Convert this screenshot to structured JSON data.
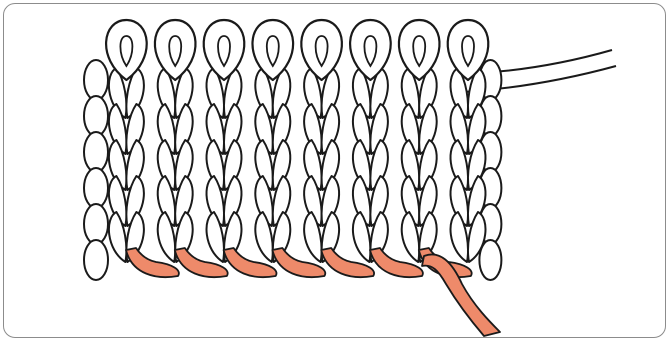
{
  "illustration": {
    "subject": "knitted-fabric-stockinette-with-contrast-yarn-row",
    "columns": 8,
    "stitch_rows": 5,
    "colors": {
      "background": "#ffffff",
      "frame_border": "#8c8c8c",
      "outline": "#1a1a1a",
      "fabric_fill": "#ffffff",
      "contrast_yarn": "#ee8a6a"
    }
  }
}
